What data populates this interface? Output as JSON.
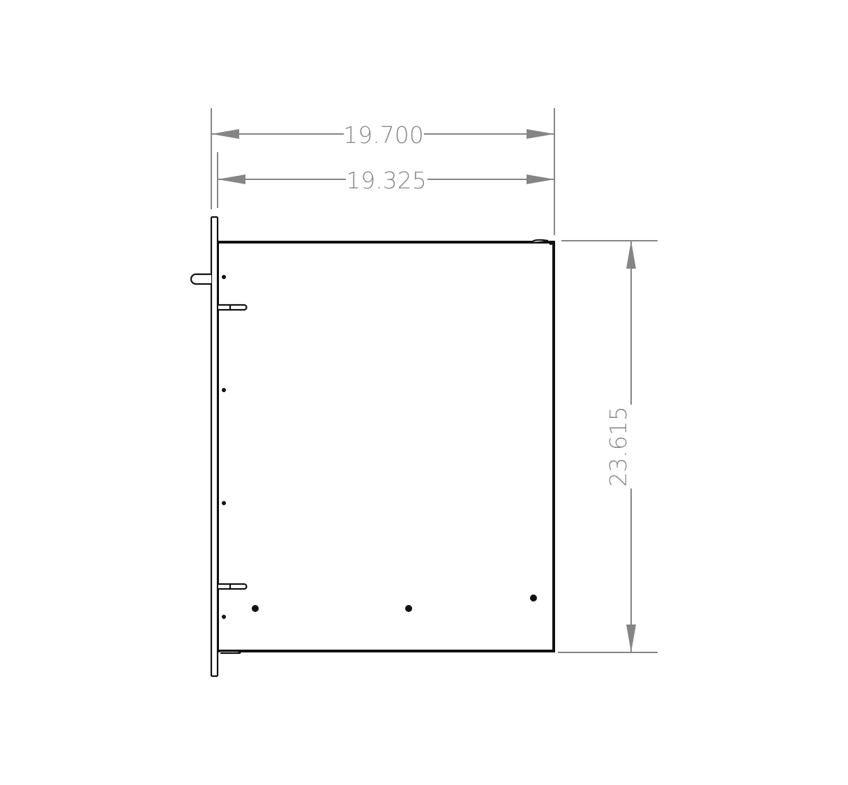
{
  "drawing": {
    "view": "side elevation",
    "dimensions": {
      "overall_width": "19.700",
      "body_width": "19.325",
      "height": "23.615"
    },
    "colors": {
      "dimension": "#858585",
      "outline": "#111111",
      "background": "#ffffff"
    }
  }
}
